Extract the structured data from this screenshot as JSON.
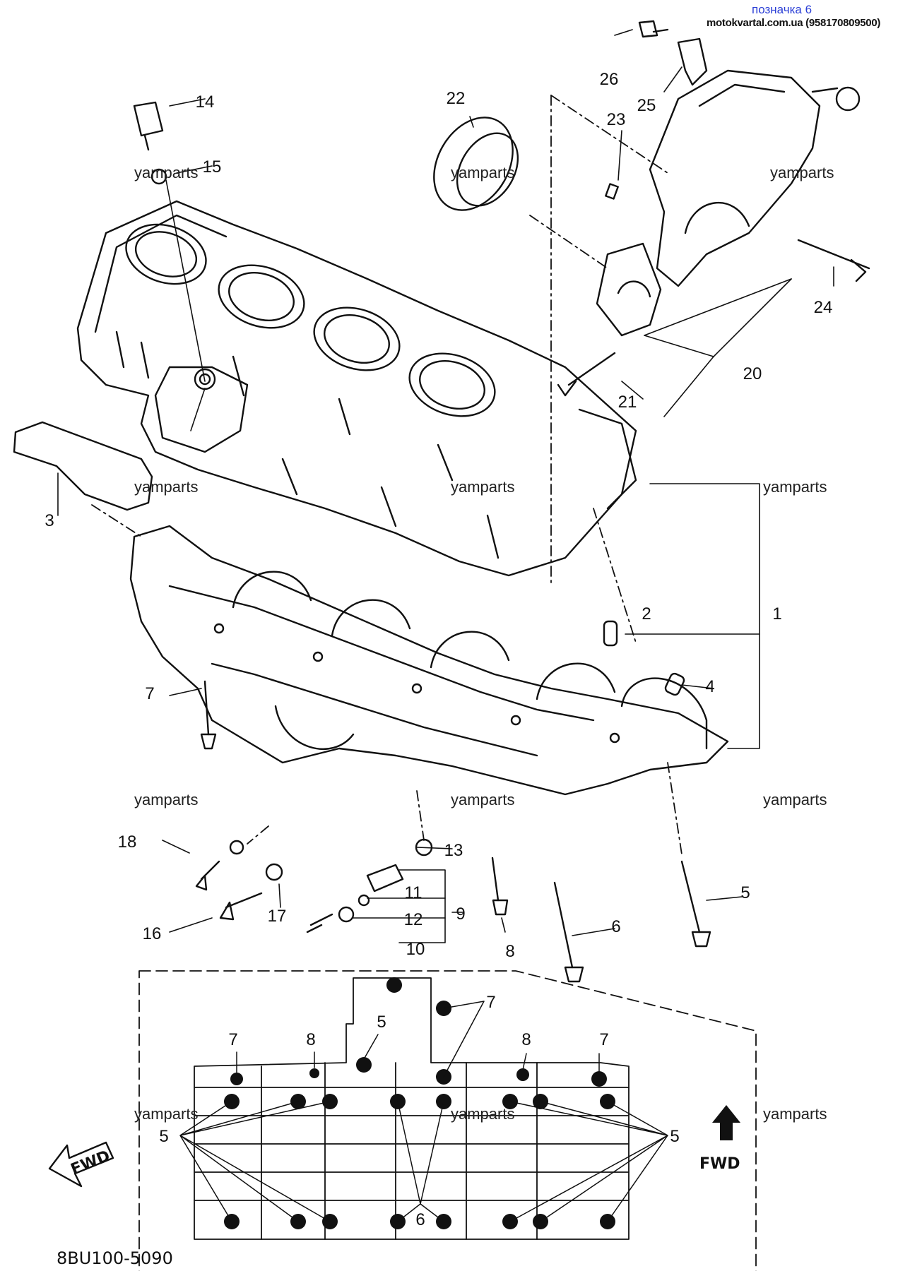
{
  "header": {
    "title": "позначка 6",
    "site": "motokvartal.com.ua (958170809500)"
  },
  "diagram": {
    "code": "8BU100-5090",
    "fwd_label": "FWD",
    "watermark": "yamparts",
    "part_numbers": [
      "1",
      "2",
      "3",
      "4",
      "5",
      "6",
      "7",
      "8",
      "9",
      "10",
      "11",
      "12",
      "13",
      "14",
      "15",
      "16",
      "17",
      "18",
      "20",
      "21",
      "22",
      "23",
      "24",
      "25",
      "26"
    ],
    "detail_labels": [
      "7",
      "8",
      "5",
      "8",
      "7",
      "7",
      "5",
      "5",
      "6"
    ]
  },
  "colors": {
    "ink": "#111111",
    "header_blue": "#2b3fd6"
  }
}
